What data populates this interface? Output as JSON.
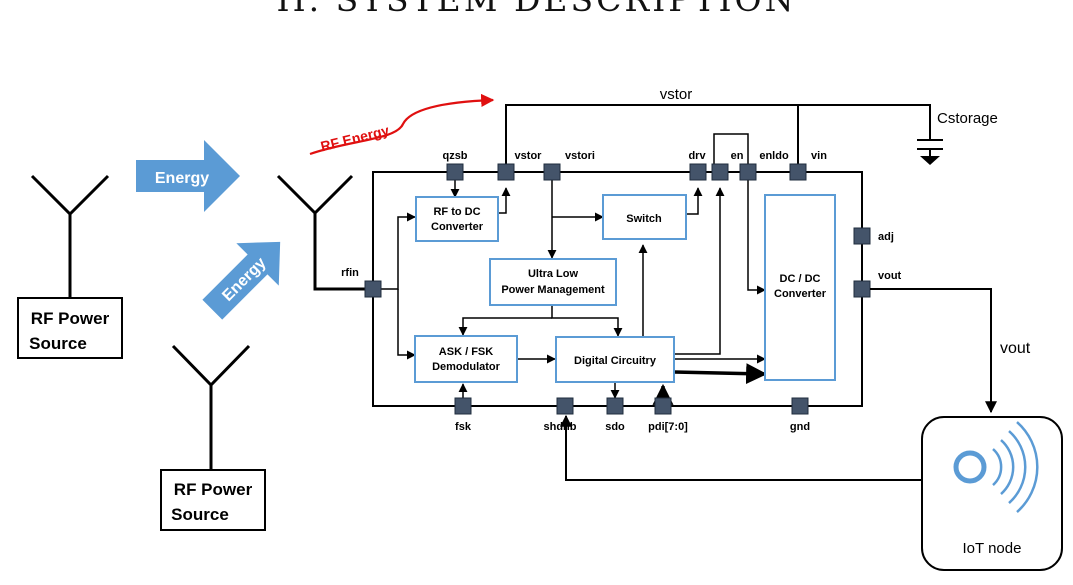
{
  "header": {
    "title": "II.  SYSTEM DESCRIPTION"
  },
  "sources": [
    {
      "label_line1": "RF Power",
      "label_line2": "Source"
    },
    {
      "label_line1": "RF Power",
      "label_line2": "Source"
    }
  ],
  "arrows": {
    "energy_1": "Energy",
    "energy_2": "Energy",
    "rf_energy": "RF Energy"
  },
  "nets": {
    "vstor_top": "vstor",
    "cstorage": "Cstorage",
    "vout_ext": "vout"
  },
  "pins": {
    "qzsb": "qzsb",
    "vstor": "vstor",
    "vstori": "vstori",
    "drv": "drv",
    "en": "en",
    "enldo": "enldo",
    "vin": "vin",
    "adj": "adj",
    "vout": "vout",
    "rfin": "rfin",
    "fsk": "fsk",
    "shdnb": "shdnb",
    "sdo": "sdo",
    "pdi": "pdi[7:0]",
    "gnd": "gnd"
  },
  "blocks": {
    "rf_dc_l1": "RF to DC",
    "rf_dc_l2": "Converter",
    "switch": "Switch",
    "ulp_l1": "Ultra Low",
    "ulp_l2": "Power Management",
    "demod_l1": "ASK / FSK",
    "demod_l2": "Demodulator",
    "digital": "Digital Circuitry",
    "dcdc_l1": "DC / DC",
    "dcdc_l2": "Converter"
  },
  "iot": {
    "label": "IoT node"
  },
  "colors": {
    "block_border": "#5b9bd5",
    "pin": "#44546a",
    "energy_arrow": "#5b9bd5",
    "rf_red": "#e01010"
  }
}
